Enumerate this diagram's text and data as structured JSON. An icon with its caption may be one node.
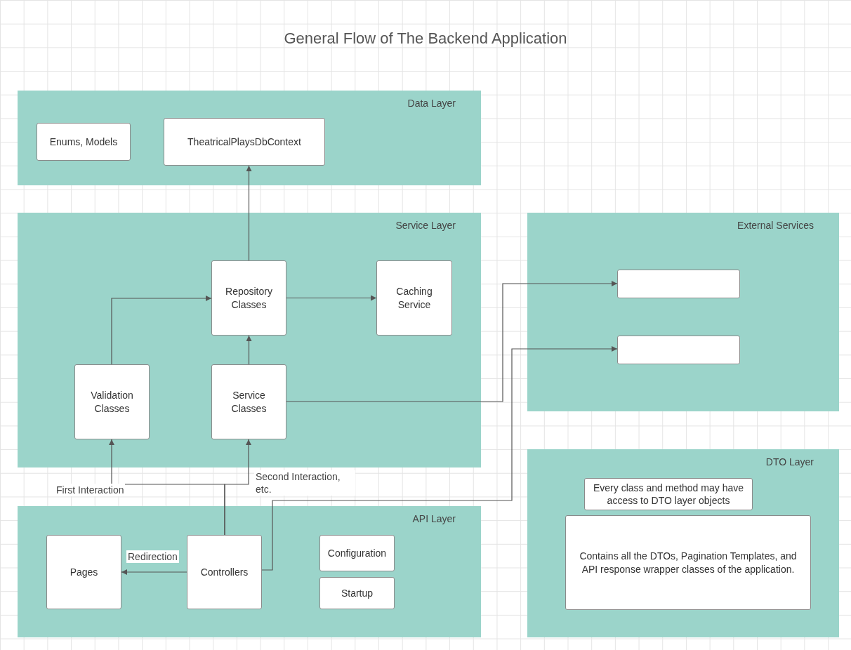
{
  "diagram": {
    "title": "General Flow of The Backend Application",
    "nodes": [
      {
        "text": [
          "Data Layer"
        ]
      },
      {
        "text": [
          "Enums, Models"
        ],
        "in": 0
      },
      {
        "text": [
          "TheatricalPlaysDbContext"
        ],
        "in": 0
      },
      {
        "text": [
          "Service Layer"
        ]
      },
      {
        "text": [
          "Repository Classes"
        ],
        "in": 3
      },
      {
        "text": [
          "Caching Service"
        ],
        "in": 3
      },
      {
        "text": [
          "Validation Classes"
        ],
        "in": 3
      },
      {
        "text": [
          "Service Classes"
        ],
        "in": 3
      },
      {
        "text": [
          "External Services"
        ]
      },
      {
        "text": [],
        "shape": "box",
        "in": 8
      },
      {
        "text": [],
        "shape": "box",
        "in": 8
      },
      {
        "text": [
          "DTO Layer"
        ]
      },
      {
        "text": [
          "Every class and method may have access to DTO layer objects"
        ],
        "in": 11
      },
      {
        "text": [
          "Contains all the DTOs, Pagination Templates, and API response wrapper classes of the application."
        ],
        "in": 11
      },
      {
        "text": [
          "API Layer"
        ]
      },
      {
        "text": [
          "Pages"
        ],
        "in": 14
      },
      {
        "text": [
          "Controllers"
        ],
        "in": 14
      },
      {
        "text": [
          "Configuration"
        ],
        "in": 14
      },
      {
        "text": [
          "Startup"
        ],
        "in": 14
      }
    ],
    "edges": [
      {
        "from": 4,
        "to": 2,
        "arrow": "to"
      },
      {
        "from": 4,
        "to": 5,
        "arrow": "to"
      },
      {
        "from": 6,
        "to": 4,
        "arrow": "to"
      },
      {
        "from": 7,
        "to": 4,
        "arrow": "to"
      },
      {
        "from": 16,
        "to": 6,
        "arrow": "to",
        "label": "First Interaction"
      },
      {
        "from": 16,
        "to": 7,
        "arrow": "to",
        "label": "Second Interaction, etc."
      },
      {
        "from": 16,
        "to": 15,
        "arrow": "to",
        "label": "Redirection"
      },
      {
        "from": 7,
        "to": 9,
        "arrow": "to"
      },
      {
        "from": 16,
        "to": 10,
        "arrow": "to"
      }
    ]
  }
}
